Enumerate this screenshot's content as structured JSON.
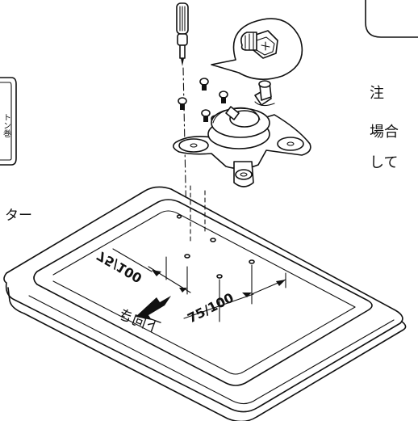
{
  "labels": {
    "dim_left": "75/100",
    "dim_right": "75/100",
    "arrow_text": "下向き"
  },
  "right_text": {
    "line1": "注",
    "line2": "場合",
    "line3": "して"
  },
  "left_text": {
    "vertical": "トン巻",
    "bottom": "ター"
  },
  "colors": {
    "ink": "#111111",
    "paper": "#ffffff"
  },
  "icons": {
    "screwdriver": "screwdriver-icon",
    "screw_callout": "screw-callout-icon",
    "arrow": "front-arrow-icon"
  }
}
